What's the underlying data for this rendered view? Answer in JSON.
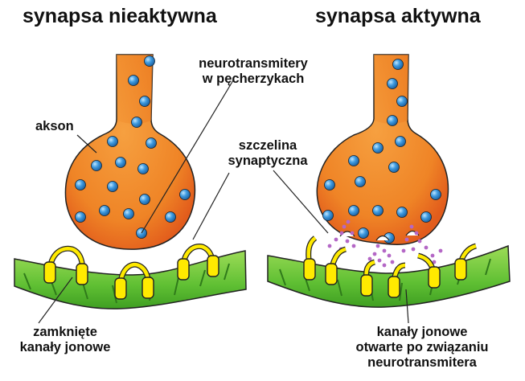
{
  "titles": {
    "left": "synapsa nieaktywna",
    "right": "synapsa aktywna"
  },
  "labels": {
    "axon": "akson",
    "neurotransmitters_line1": "neurotransmitery",
    "neurotransmitters_line2": "w pęcherzykach",
    "cleft_line1": "szczelina",
    "cleft_line2": "synaptyczna",
    "closed_line1": "zamknięte",
    "closed_line2": "kanały jonowe",
    "open_line1": "kanały jonowe",
    "open_line2": "otwarte po związaniu",
    "open_line3": "neurotransmitera"
  },
  "colors": {
    "axon_orange": "#f08a24",
    "axon_dark": "#e0601a",
    "vesicle_blue": "#3a8fd0",
    "membrane_green": "#6cc63a",
    "channel_yellow": "#ffe600",
    "neurotransmitter_dot": "#b060c0",
    "outline": "#222222"
  }
}
